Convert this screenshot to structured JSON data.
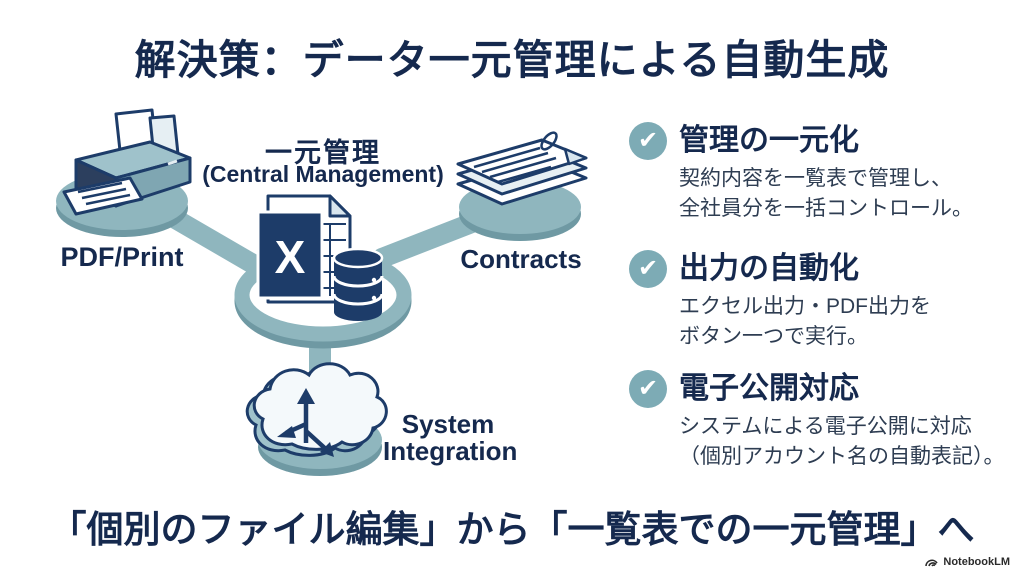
{
  "page": {
    "title": "解決策：データ一元管理による自動生成",
    "statement": "「個別のファイル編集」から「一覧表での一元管理」へ",
    "brand": "NotebookLM"
  },
  "colors": {
    "navy": "#15294e",
    "icon_navy": "#1d3c69",
    "teal": "#8fb6be",
    "teal_dark": "#6f99a3",
    "check_teal": "#7dabb5",
    "body_text": "#2e3d52"
  },
  "diagram": {
    "hub": {
      "label_ja": "一元管理",
      "label_en": "(Central Management)",
      "excel_letter": "X",
      "icons": [
        "excel-spreadsheet-icon",
        "database-icon"
      ]
    },
    "nodes": [
      {
        "id": "pdf-print",
        "label": "PDF/Print",
        "icon": "printer-icon"
      },
      {
        "id": "contracts",
        "label": "Contracts",
        "icon": "contract-documents-icon"
      },
      {
        "id": "system-integration",
        "label_line1": "System",
        "label_line2": "Integration",
        "icon": "cloud-integration-icon"
      }
    ]
  },
  "checklist": [
    {
      "icon": "check-icon",
      "heading": "管理の一元化",
      "line1": "契約内容を一覧表で管理し、",
      "line2": "全社員分を一括コントロール。"
    },
    {
      "icon": "check-icon",
      "heading": "出力の自動化",
      "line1": "エクセル出力・PDF出力を",
      "line2": "ボタン一つで実行。"
    },
    {
      "icon": "check-icon",
      "heading": "電子公開対応",
      "line1": "システムによる電子公開に対応",
      "line2": "（個別アカウント名の自動表記）。"
    }
  ]
}
